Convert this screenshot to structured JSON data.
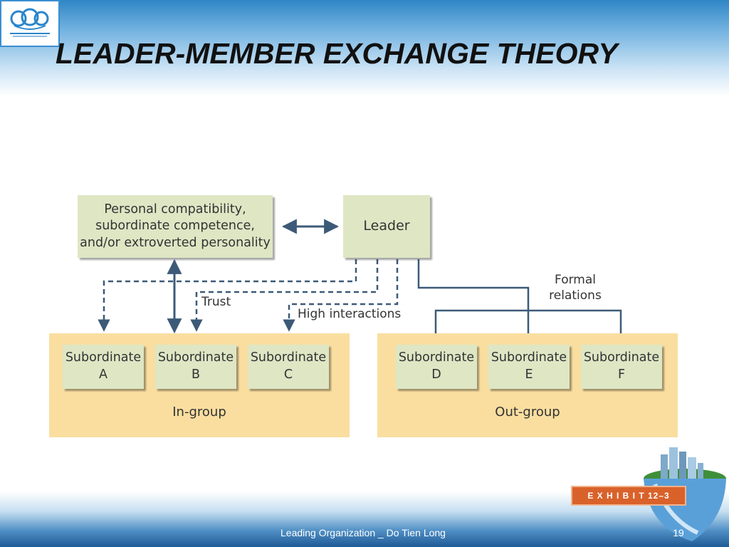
{
  "slide": {
    "title": "LEADER-MEMBER EXCHANGE THEORY",
    "footer": "Leading Organization _ Do Tien Long",
    "page_number": "19",
    "exhibit": "E X H I B I T 12–3"
  },
  "diagram": {
    "factors_box": [
      "Personal compatibility,",
      "subordinate competence,",
      "and/or extroverted personality"
    ],
    "leader_box": "Leader",
    "label_trust": "Trust",
    "label_high_interactions": "High interactions",
    "label_formal_relations": [
      "Formal",
      "relations"
    ],
    "in_group": {
      "label": "In-group",
      "subordinates": [
        {
          "line1": "Subordinate",
          "line2": "A"
        },
        {
          "line1": "Subordinate",
          "line2": "B"
        },
        {
          "line1": "Subordinate",
          "line2": "C"
        }
      ]
    },
    "out_group": {
      "label": "Out-group",
      "subordinates": [
        {
          "line1": "Subordinate",
          "line2": "D"
        },
        {
          "line1": "Subordinate",
          "line2": "E"
        },
        {
          "line1": "Subordinate",
          "line2": "F"
        }
      ]
    },
    "colors": {
      "box_fill": "#dee6c4",
      "group_fill": "#f9dea0",
      "arrow": "#3c5a78"
    }
  }
}
